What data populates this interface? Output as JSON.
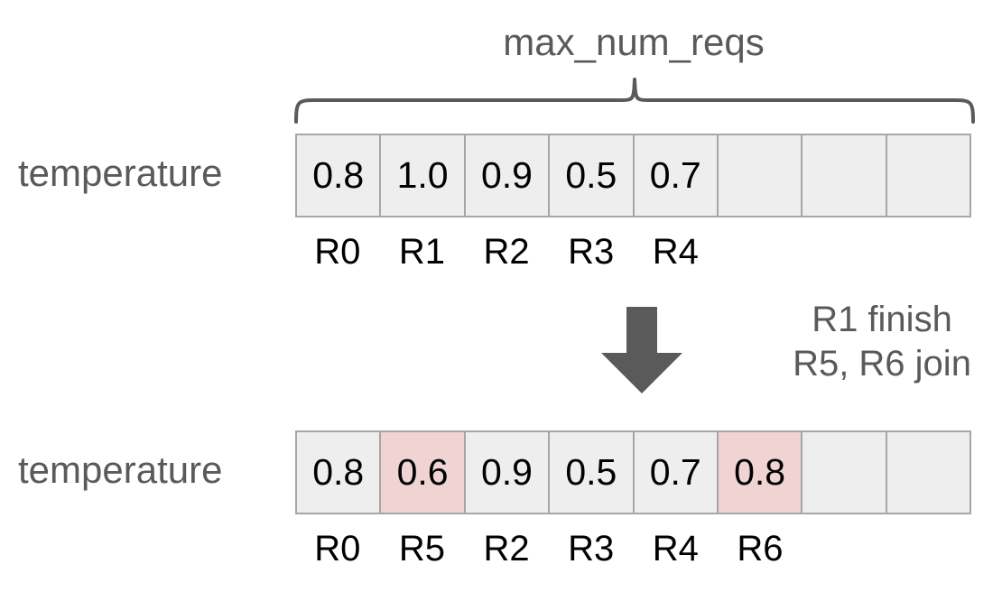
{
  "diagram": {
    "bracket_label": "max_num_reqs",
    "accent_grey": "#5a5a5a",
    "cell_bg": "#eeeeee",
    "cell_border": "#a6a6a6",
    "highlight_bg": "#f0d3d3"
  },
  "before": {
    "row_label": "temperature",
    "num_slots": 8,
    "cells": [
      {
        "value": "0.8",
        "rid": "R0",
        "highlight": false
      },
      {
        "value": "1.0",
        "rid": "R1",
        "highlight": false
      },
      {
        "value": "0.9",
        "rid": "R2",
        "highlight": false
      },
      {
        "value": "0.5",
        "rid": "R3",
        "highlight": false
      },
      {
        "value": "0.7",
        "rid": "R4",
        "highlight": false
      },
      {
        "value": "",
        "rid": "",
        "highlight": false
      },
      {
        "value": "",
        "rid": "",
        "highlight": false
      },
      {
        "value": "",
        "rid": "",
        "highlight": false
      }
    ]
  },
  "transition": {
    "arrow": "down-arrow",
    "note_line1": "R1 finish",
    "note_line2": "R5, R6 join"
  },
  "after": {
    "row_label": "temperature",
    "num_slots": 8,
    "cells": [
      {
        "value": "0.8",
        "rid": "R0",
        "highlight": false
      },
      {
        "value": "0.6",
        "rid": "R5",
        "highlight": true
      },
      {
        "value": "0.9",
        "rid": "R2",
        "highlight": false
      },
      {
        "value": "0.5",
        "rid": "R3",
        "highlight": false
      },
      {
        "value": "0.7",
        "rid": "R4",
        "highlight": false
      },
      {
        "value": "0.8",
        "rid": "R6",
        "highlight": true
      },
      {
        "value": "",
        "rid": "",
        "highlight": false
      },
      {
        "value": "",
        "rid": "",
        "highlight": false
      }
    ]
  }
}
